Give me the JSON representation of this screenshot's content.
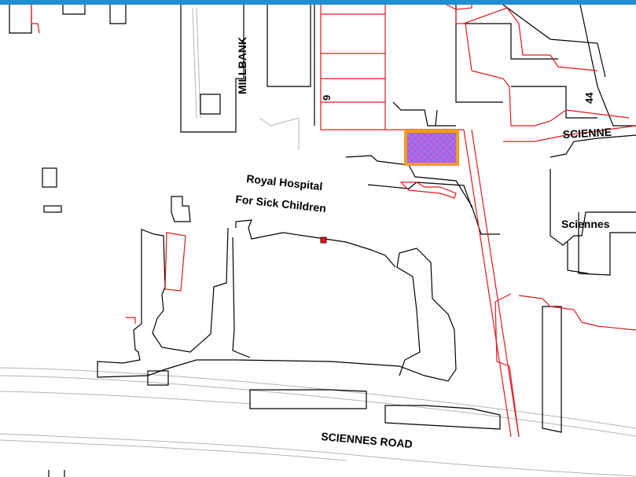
{
  "map": {
    "labels": {
      "hospital_line1": "Royal Hospital",
      "hospital_line2": "For Sick Children",
      "sciennes_road": "SCIENNES ROAD",
      "millbank": "MILLBANK",
      "sciennes_top": "SCIENNE",
      "sciennes_side": "Sciennes",
      "house_number_9": "9",
      "house_number_44": "44"
    },
    "colors": {
      "frame": "#1f8ed3",
      "building_outline": "#000000",
      "property_boundary": "#e0191f",
      "road_edge": "#b4b4b4",
      "site_outline": "#f39c1e",
      "site_fill": "#8c7cf2",
      "site_hatch": "#e23cc2",
      "marker": "#e0191f"
    },
    "highlighted_site": {
      "fill_pattern": "crosshatch"
    },
    "marker_icon": "square-marker-icon"
  }
}
